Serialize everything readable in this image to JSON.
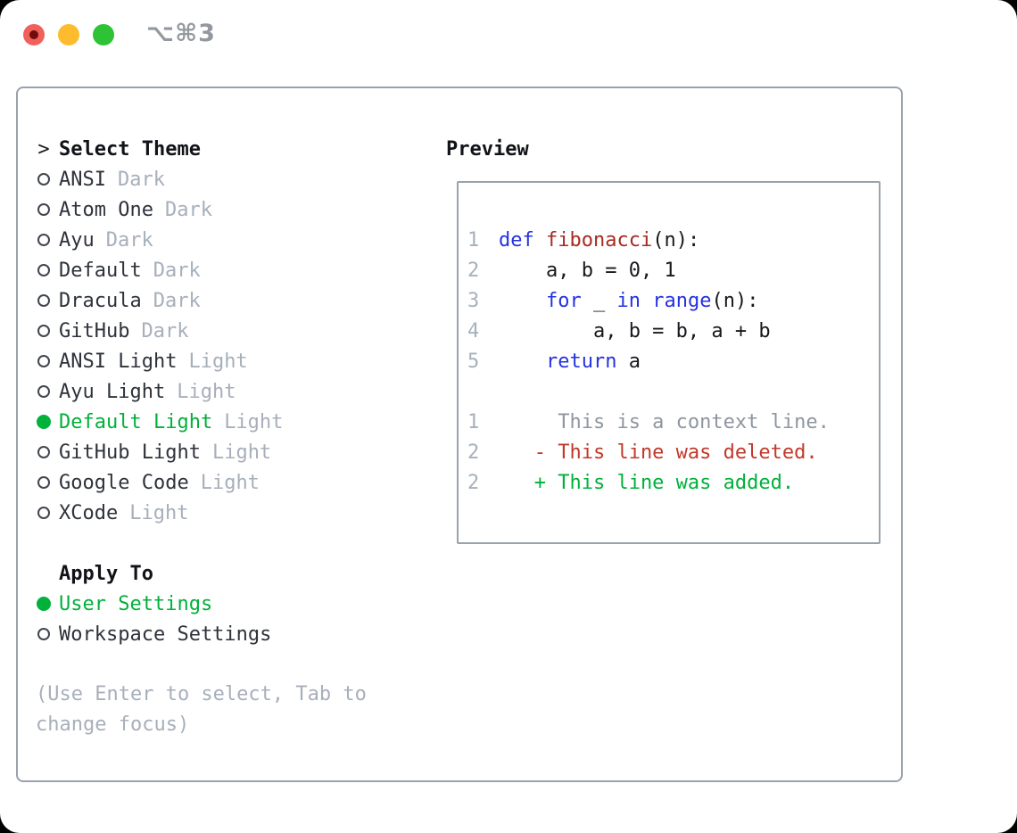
{
  "titlebar": {
    "title": "⌥⌘3",
    "traffic_lights": [
      "close",
      "minimize",
      "zoom"
    ]
  },
  "colors": {
    "accent_green": "#00b13a",
    "deleted_red": "#c2382a",
    "keyword_blue": "#2433df",
    "function_red": "#a62b22",
    "muted_gray": "#a7afbb",
    "border_gray": "#99a2ad"
  },
  "left_panel": {
    "header_marker": ">",
    "header_label": "Select Theme",
    "themes": [
      {
        "name": "ANSI",
        "tag": "Dark",
        "selected": false
      },
      {
        "name": "Atom One",
        "tag": "Dark",
        "selected": false
      },
      {
        "name": "Ayu",
        "tag": "Dark",
        "selected": false
      },
      {
        "name": "Default",
        "tag": "Dark",
        "selected": false
      },
      {
        "name": "Dracula",
        "tag": "Dark",
        "selected": false
      },
      {
        "name": "GitHub",
        "tag": "Dark",
        "selected": false
      },
      {
        "name": "ANSI Light",
        "tag": "Light",
        "selected": false
      },
      {
        "name": "Ayu Light",
        "tag": "Light",
        "selected": false
      },
      {
        "name": "Default Light",
        "tag": "Light",
        "selected": true
      },
      {
        "name": "GitHub Light",
        "tag": "Light",
        "selected": false
      },
      {
        "name": "Google Code",
        "tag": "Light",
        "selected": false
      },
      {
        "name": "XCode",
        "tag": "Light",
        "selected": false
      }
    ],
    "apply_to_label": "Apply To",
    "apply_to_options": [
      {
        "name": "User Settings",
        "selected": true
      },
      {
        "name": "Workspace Settings",
        "selected": false
      }
    ],
    "hint_lines": [
      "(Use Enter to select, Tab to",
      "change focus)"
    ]
  },
  "preview": {
    "label": "Preview",
    "lines": [
      {
        "num": "1",
        "segments": [
          {
            "t": "def",
            "c": "kw"
          },
          {
            "t": " ",
            "c": "pl"
          },
          {
            "t": "fibonacci",
            "c": "fn"
          },
          {
            "t": "(n):",
            "c": "pl"
          }
        ]
      },
      {
        "num": "2",
        "segments": [
          {
            "t": "    a, b = 0, 1",
            "c": "pl"
          }
        ]
      },
      {
        "num": "3",
        "segments": [
          {
            "t": "    ",
            "c": "pl"
          },
          {
            "t": "for",
            "c": "kw"
          },
          {
            "t": " _ ",
            "c": "pl"
          },
          {
            "t": "in",
            "c": "kw"
          },
          {
            "t": " ",
            "c": "pl"
          },
          {
            "t": "range",
            "c": "kw"
          },
          {
            "t": "(n):",
            "c": "pl"
          }
        ]
      },
      {
        "num": "4",
        "segments": [
          {
            "t": "        a, b = b, a + b",
            "c": "pl"
          }
        ]
      },
      {
        "num": "5",
        "segments": [
          {
            "t": "    ",
            "c": "pl"
          },
          {
            "t": "return",
            "c": "kw"
          },
          {
            "t": " a",
            "c": "pl"
          }
        ]
      },
      {
        "num": "",
        "segments": []
      },
      {
        "num": "1",
        "segments": [
          {
            "t": "     This is a context line.",
            "c": "ctx"
          }
        ]
      },
      {
        "num": "2",
        "segments": [
          {
            "t": "   - This line was deleted.",
            "c": "del"
          }
        ]
      },
      {
        "num": "2",
        "segments": [
          {
            "t": "   + This line was added.",
            "c": "add"
          }
        ]
      }
    ]
  }
}
